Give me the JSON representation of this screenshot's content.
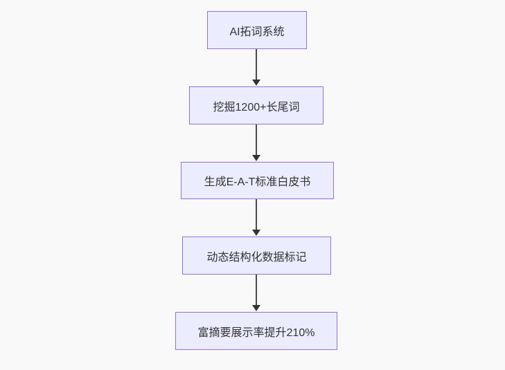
{
  "diagram": {
    "type": "flowchart",
    "direction": "top-down",
    "colors": {
      "background": "#f9f9f9",
      "node_fill": "#ECECFF",
      "node_border": "#9370DB",
      "node_text": "#333333",
      "arrow": "#333333"
    },
    "nodes": [
      {
        "id": "n1",
        "label": "AI拓词系统"
      },
      {
        "id": "n2",
        "label": "挖掘1200+长尾词"
      },
      {
        "id": "n3",
        "label": "生成E-A-T标准白皮书"
      },
      {
        "id": "n4",
        "label": "动态结构化数据标记"
      },
      {
        "id": "n5",
        "label": "富摘要展示率提升210%"
      }
    ],
    "edges": [
      {
        "from": "n1",
        "to": "n2"
      },
      {
        "from": "n2",
        "to": "n3"
      },
      {
        "from": "n3",
        "to": "n4"
      },
      {
        "from": "n4",
        "to": "n5"
      }
    ]
  }
}
